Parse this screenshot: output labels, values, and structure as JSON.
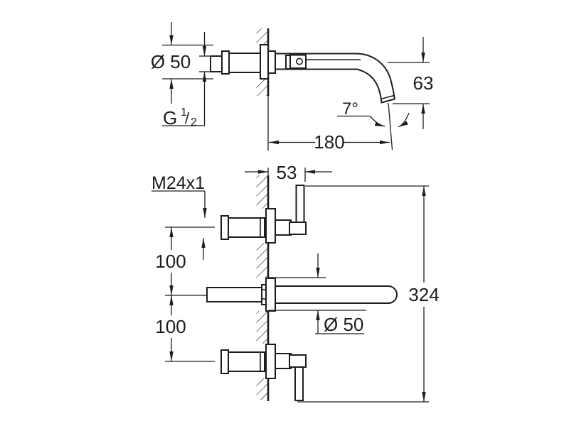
{
  "colors": {
    "line": "#1d1d1b",
    "bg": "#ffffff"
  },
  "views": {
    "top": {
      "title": "side-view-spout",
      "labels": {
        "rosette_diameter": "Ø 50",
        "thread": "G",
        "thread_frac_num": "1",
        "thread_frac_slash": "/",
        "thread_frac_den": "2",
        "spout_drop_height": "63",
        "spout_angle": "7°",
        "spout_projection": "180"
      }
    },
    "bottom": {
      "title": "plan-view-three-hole",
      "labels": {
        "valve_thread": "M24x1",
        "handle_projection": "53",
        "hole_spacing_upper": "100",
        "hole_spacing_lower": "100",
        "rosette_diameter": "Ø 50",
        "overall_width": "324"
      }
    }
  }
}
